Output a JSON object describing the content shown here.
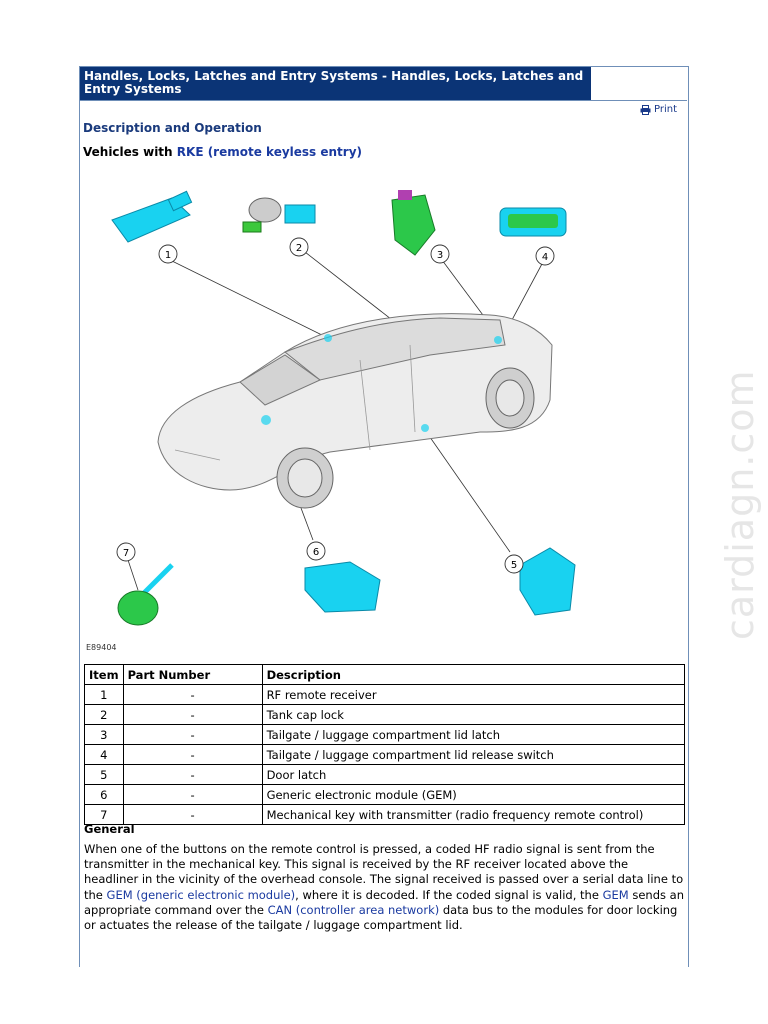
{
  "header": {
    "title": "Handles, Locks, Latches and Entry Systems - Handles, Locks, Latches and Entry Systems",
    "print_label": "Print"
  },
  "section_title": "Description and Operation",
  "subheading": {
    "prefix": "Vehicles with ",
    "link": "RKE (remote keyless entry)"
  },
  "figure": {
    "code": "E89404",
    "callouts": [
      "1",
      "2",
      "3",
      "4",
      "5",
      "6",
      "7"
    ]
  },
  "table": {
    "headers": [
      "Item",
      "Part Number",
      "Description"
    ],
    "rows": [
      [
        "1",
        "-",
        "RF remote receiver"
      ],
      [
        "2",
        "-",
        "Tank cap lock"
      ],
      [
        "3",
        "-",
        "Tailgate / luggage compartment lid latch"
      ],
      [
        "4",
        "-",
        "Tailgate / luggage compartment lid release switch"
      ],
      [
        "5",
        "-",
        "Door latch"
      ],
      [
        "6",
        "-",
        "Generic electronic module (GEM)"
      ],
      [
        "7",
        "-",
        "Mechanical key with transmitter (radio frequency remote control)"
      ]
    ]
  },
  "general": {
    "heading": "General",
    "text_1": "When one of the buttons on the remote control is pressed, a coded HF radio signal is sent from the transmitter in the mechanical key. This signal is received by the RF receiver located above the headliner in the vicinity of the overhead console. The signal received is passed over a serial data line to the ",
    "link_1": "GEM (generic electronic module)",
    "text_2": ", where it is decoded. If the coded signal is valid, the ",
    "link_2": "GEM",
    "text_3": " sends an appropriate command over the ",
    "link_3": "CAN (controller area network)",
    "text_4": " data bus to the modules for door locking or actuates the release of the tailgate / luggage compartment lid."
  },
  "watermark": "cardiagn.com",
  "colors": {
    "title_bg": "#0b3476",
    "link": "#1a3aa0",
    "part": "#19d2f0"
  }
}
